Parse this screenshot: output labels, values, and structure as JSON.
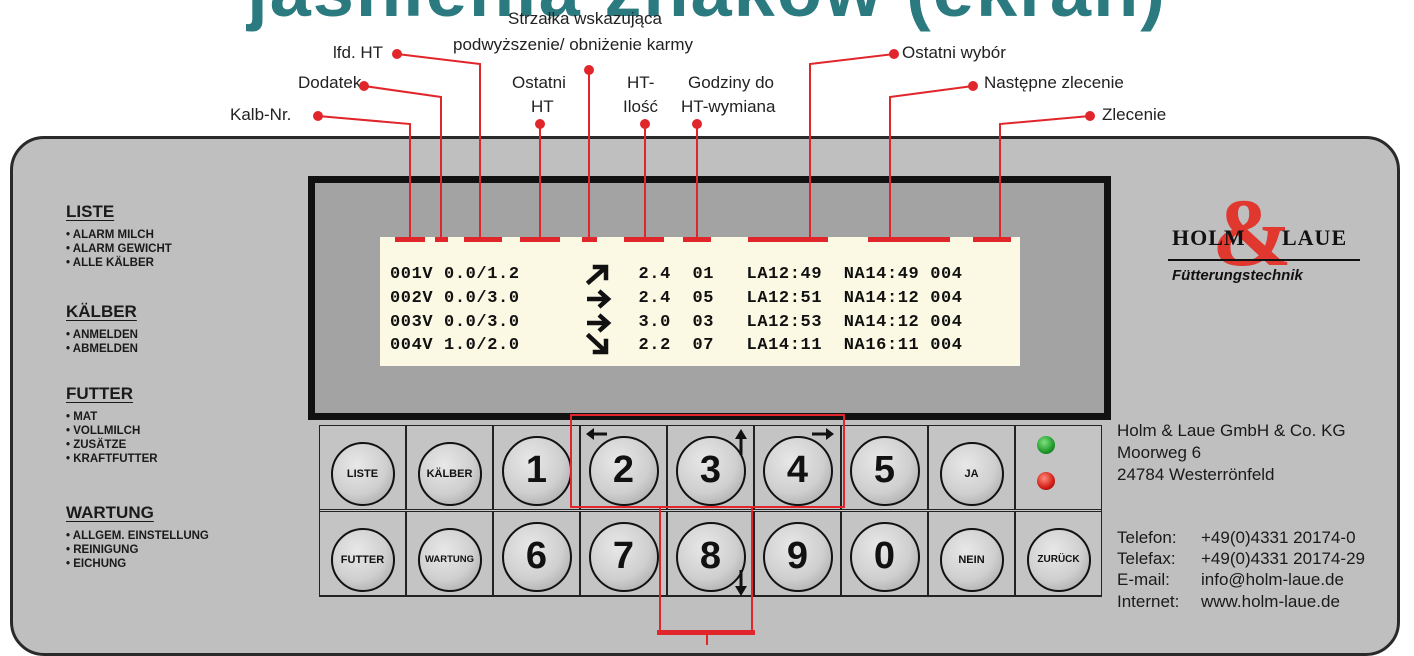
{
  "title_fragment": "jaśnienia znaków (ekran)",
  "callouts": {
    "kalb_nr": "Kalb-Nr.",
    "dodatek": "Dodatek",
    "lfd_ht": "lfd. HT",
    "strzalka_line1": "Strzałka wskazująca",
    "strzalka_line2": "podwyższenie/ obniżenie karmy",
    "ostatni_ht_line1": "Ostatni",
    "ostatni_ht_line2": "HT",
    "ht_ilosc_line1": "HT-",
    "ht_ilosc_line2": "Ilość",
    "godziny_line1": "Godziny do",
    "godziny_line2": "HT-wymiana",
    "ostatni_wybor": "Ostatni wybór",
    "nastepne_zlecenie": "Następne zlecenie",
    "zlecenie": "Zlecenie"
  },
  "menu": {
    "liste": {
      "head": "LISTE",
      "items": [
        "• ALARM MILCH",
        "• ALARM GEWICHT",
        "• ALLE KÄLBER"
      ]
    },
    "kaelber": {
      "head": "KÄLBER",
      "items": [
        "• ANMELDEN",
        "• ABMELDEN"
      ]
    },
    "futter": {
      "head": "FUTTER",
      "items": [
        "• MAT",
        "• VOLLMILCH",
        "• ZUSÄTZE",
        "• KRAFTFUTTER"
      ]
    },
    "wartung": {
      "head": "WARTUNG",
      "items": [
        "• ALLGEM. EINSTELLUNG",
        "• REINIGUNG",
        "• EICHUNG"
      ]
    }
  },
  "lcd": {
    "rows": [
      {
        "nr": "001",
        "add": "V",
        "ht": "0.0/1.2",
        "arrow": "up",
        "qty": "2.4",
        "hours": "01",
        "last": "LA12:49",
        "next": "NA14:49",
        "order": "004"
      },
      {
        "nr": "002",
        "add": "V",
        "ht": "0.0/3.0",
        "arrow": "right",
        "qty": "2.4",
        "hours": "05",
        "last": "LA12:51",
        "next": "NA14:12",
        "order": "004"
      },
      {
        "nr": "003",
        "add": "V",
        "ht": "0.0/3.0",
        "arrow": "right",
        "qty": "3.0",
        "hours": "03",
        "last": "LA12:53",
        "next": "NA14:12",
        "order": "004"
      },
      {
        "nr": "004",
        "add": "V",
        "ht": "1.0/2.0",
        "arrow": "down",
        "qty": "2.2",
        "hours": "07",
        "last": "LA14:11",
        "next": "NA16:11",
        "order": "004"
      }
    ]
  },
  "keys": {
    "row1": [
      "LISTE",
      "KÄLBER",
      "1",
      "2",
      "3",
      "4",
      "5",
      "JA"
    ],
    "row2": [
      "FUTTER",
      "WARTUNG",
      "6",
      "7",
      "8",
      "9",
      "0",
      "NEIN",
      "ZURÜCK"
    ]
  },
  "logo": {
    "holm": "HOLM",
    "laue": "LAUE",
    "amp": "&",
    "sub": "Fütterungstechnik"
  },
  "company": {
    "name": "Holm & Laue GmbH & Co. KG",
    "street": "Moorweg 6",
    "city": "24784 Westerrönfeld"
  },
  "contact": {
    "telefon_label": "Telefon:",
    "telefon": "+49(0)4331 20174-0",
    "telefax_label": "Telefax:",
    "telefax": "+49(0)4331 20174-29",
    "email_label": "E-mail:",
    "email": "info@holm-laue.de",
    "internet_label": "Internet:",
    "internet": "www.holm-laue.de"
  },
  "colors": {
    "accent_red": "#e0262b",
    "led_green": "#1e9a2a",
    "led_red": "#d21d16",
    "title": "#2a7a80"
  }
}
